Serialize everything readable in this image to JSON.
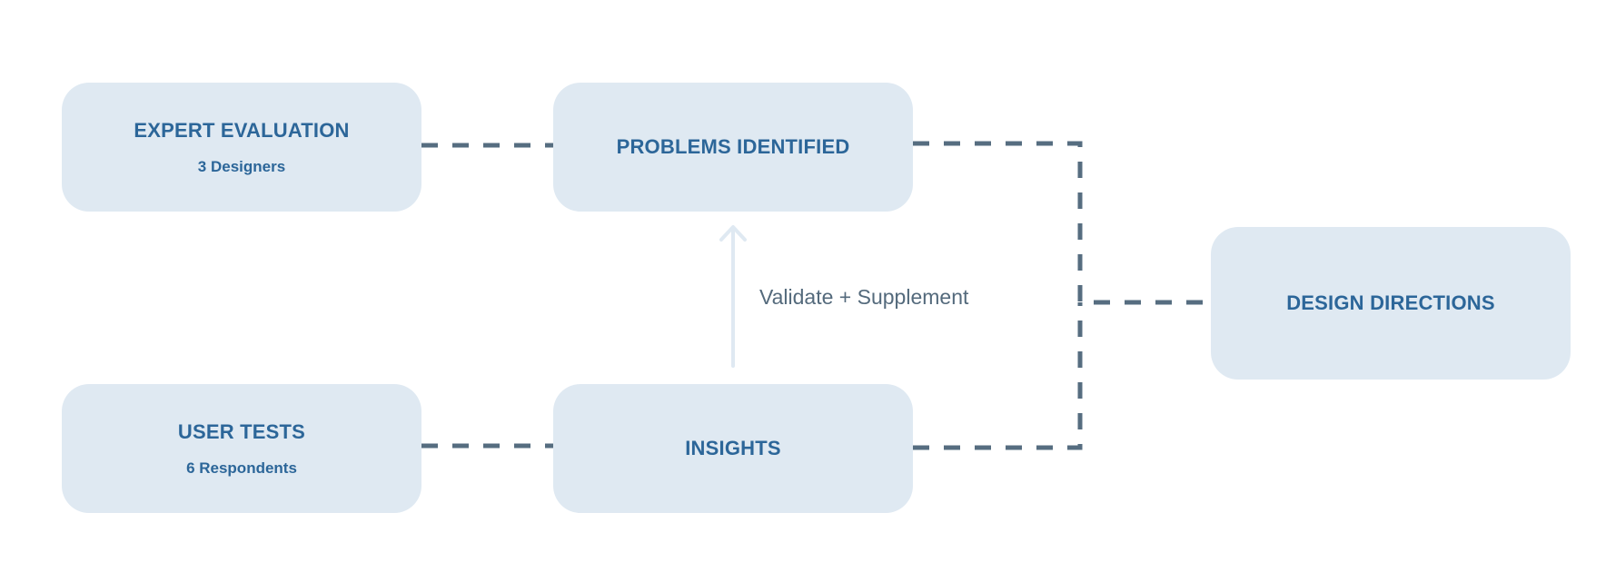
{
  "colors": {
    "box_fill": "#dfe9f2",
    "box_text": "#2c6699",
    "connector": "#566d80",
    "arrow": "#dfe9f2",
    "annotation_text": "#546a7c"
  },
  "nodes": {
    "expert_evaluation": {
      "title": "EXPERT EVALUATION",
      "subtitle": "3 Designers"
    },
    "problems_identified": {
      "title": "PROBLEMS IDENTIFIED"
    },
    "user_tests": {
      "title": "USER TESTS",
      "subtitle": "6 Respondents"
    },
    "insights": {
      "title": "INSIGHTS"
    },
    "design_directions": {
      "title": "DESIGN DIRECTIONS"
    }
  },
  "edges": [
    {
      "from": "expert_evaluation",
      "to": "problems_identified",
      "style": "dashed"
    },
    {
      "from": "user_tests",
      "to": "insights",
      "style": "dashed"
    },
    {
      "from": "insights",
      "to": "problems_identified",
      "style": "arrow",
      "label": "Validate + Supplement"
    },
    {
      "from": "problems_identified",
      "to": "design_directions",
      "style": "dashed"
    },
    {
      "from": "insights",
      "to": "design_directions",
      "style": "dashed"
    }
  ],
  "annotation": {
    "validate_label": "Validate + Supplement"
  }
}
